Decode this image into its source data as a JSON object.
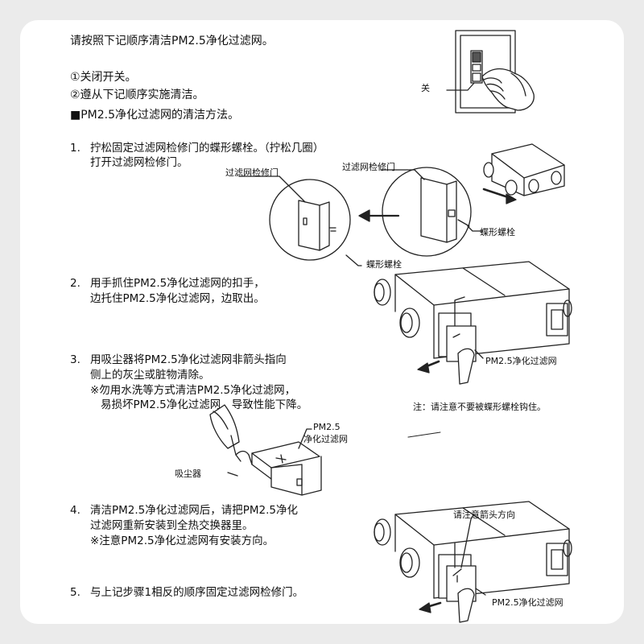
{
  "intro": "请按照下记顺序清洁PM2.5净化过滤网。",
  "pre_steps": [
    "①关闭开关。",
    "②遵从下记顺序实施清洁。"
  ],
  "section_title": "■PM2.5净化过滤网的清洁方法。",
  "steps": [
    {
      "number": "1.",
      "lines": [
        "拧松固定过滤网检修门的蝶形螺栓。（拧松几圈）",
        "打开过滤网检修门。"
      ]
    },
    {
      "number": "2.",
      "lines": [
        "用手抓住PM2.5净化过滤网的扣手，",
        "边托住PM2.5净化过滤网，边取出。"
      ]
    },
    {
      "number": "3.",
      "lines": [
        "用吸尘器将PM2.5净化过滤网非箭头指向",
        "侧上的灰尘或脏物清除。",
        "※勿用水洗等方式清洁PM2.5净化过滤网，",
        "易损坏PM2.5净化过滤网，导致性能下降。"
      ]
    },
    {
      "number": "4.",
      "lines": [
        "清洁PM2.5净化过滤网后，请把PM2.5净化",
        "过滤网重新安装到全热交换器里。",
        "※注意PM2.5净化过滤网有安装方向。"
      ]
    },
    {
      "number": "5.",
      "lines": [
        "与上记步骤1相反的顺序固定过滤网检修门。"
      ]
    }
  ],
  "labels": {
    "switch": "关",
    "door_left": "过滤网检修门",
    "door_right": "过滤网检修门",
    "bolt_right": "蝶形螺栓",
    "bolt_bottom": "蝶形螺栓",
    "filter_2": "PM2.5净化过滤网",
    "note_2": "注：请注意不要被蝶形螺栓钩住。",
    "filter_3": [
      "PM2.5",
      "净化过滤网"
    ],
    "vacuum": "吸尘器",
    "arrow_note": "请注意箭头方向",
    "filter_4": "PM2.5净化过滤网"
  }
}
